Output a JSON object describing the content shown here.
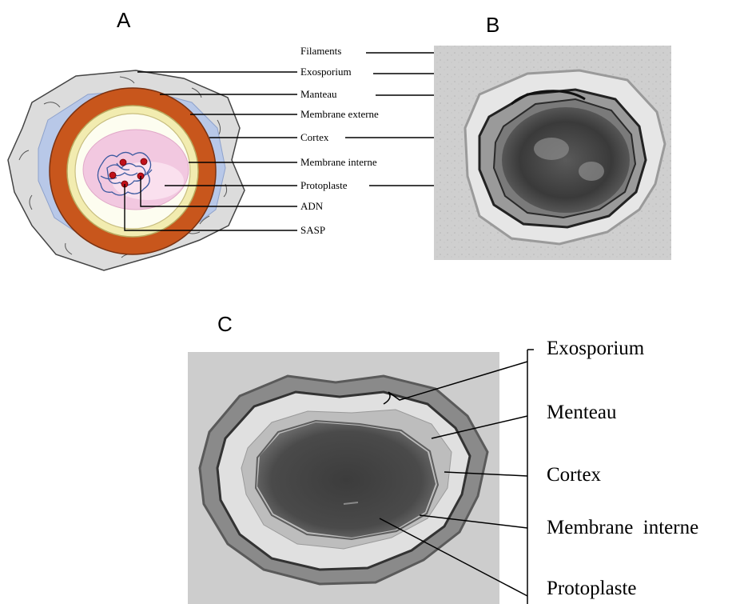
{
  "panels": {
    "a": "A",
    "b": "B",
    "c": "C"
  },
  "labels_ab": [
    "Filaments",
    "Exosporium",
    "Manteau",
    "Membrane externe",
    "Cortex",
    "Membrane interne",
    "Protoplaste",
    "ADN",
    "SASP"
  ],
  "labels_c": [
    "Exosporium",
    "Menteau",
    "Cortex",
    "Membrane  interne",
    "Protoplaste"
  ],
  "colors": {
    "exosporium": "#dcdcdc",
    "manteau": "#b8c8e8",
    "cortex": "#c8561c",
    "membrane_externe": "#f2ecb0",
    "protoplaste": "#f2c8e0",
    "adn": "#3c5aa0",
    "sasp": "#c0101a"
  }
}
